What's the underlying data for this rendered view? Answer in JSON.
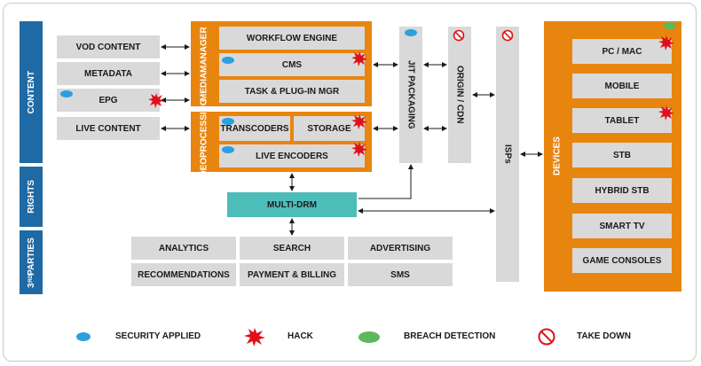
{
  "left_bar": {
    "content": "CONTENT",
    "rights": "RIGHTS",
    "third_parties_prefix": "3",
    "third_parties_sup": "RD",
    "third_parties_suffix": " PARTIES"
  },
  "content_items": [
    "VOD CONTENT",
    "METADATA",
    "EPG",
    "LIVE CONTENT"
  ],
  "media_manager": {
    "label_line1": "MEDIA",
    "label_line2": "MANAGER",
    "items": [
      "WORKFLOW ENGINE",
      "CMS",
      "TASK & PLUG-IN MGR"
    ]
  },
  "video_processing": {
    "label_line1": "VIDEO",
    "label_line2": "PROCESSING",
    "transcoders": "TRANSCODERS",
    "storage": "STORAGE",
    "live_encoders": "LIVE ENCODERS"
  },
  "jit_packaging": "JIT PACKAGING",
  "origin_cdn": "ORIGIN / CDN",
  "isps": "ISPs",
  "multi_drm": "MULTI-DRM",
  "third_party_services": [
    "ANALYTICS",
    "SEARCH",
    "ADVERTISING",
    "RECOMMENDATIONS",
    "PAYMENT & BILLING",
    "SMS"
  ],
  "devices": {
    "label": "DEVICES",
    "items": [
      "PC / MAC",
      "MOBILE",
      "TABLET",
      "STB",
      "HYBRID STB",
      "SMART TV",
      "GAME CONSOLES"
    ]
  },
  "legend": {
    "security": "SECURITY APPLIED",
    "hack": "HACK",
    "breach": "BREACH DETECTION",
    "takedown": "TAKE DOWN"
  },
  "colors": {
    "orange": "#e8850f",
    "blue": "#1f6aa5",
    "teal": "#4dbdb9",
    "gray": "#d9d9d9",
    "security": "#2aa0df",
    "hack": "#e0101a",
    "breach": "#5cb85c",
    "takedown": "#e0101a"
  }
}
